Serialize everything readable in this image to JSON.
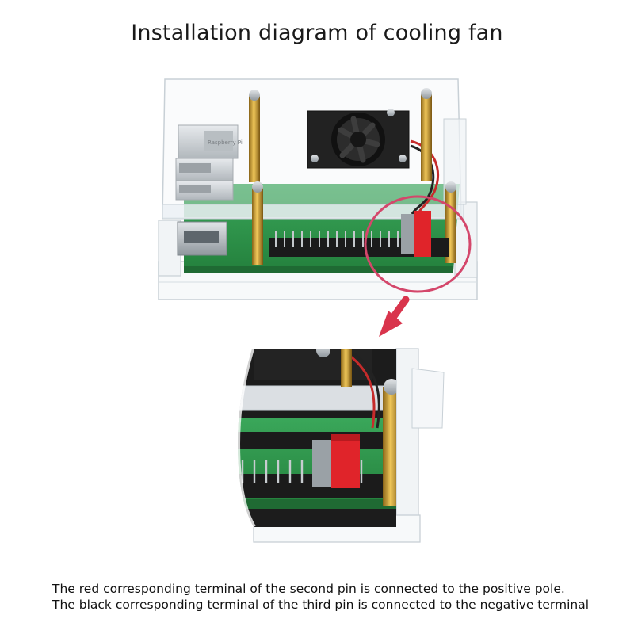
{
  "title": "Installation diagram of cooling fan",
  "board_label": "Raspberry Pi",
  "captions": [
    "The red corresponding terminal of the second pin is connected to the positive pole.",
    "The black corresponding terminal of the third pin is connected to the negative terminal"
  ],
  "colors": {
    "pcb_green": "#2f9a4c",
    "header_black": "#1b1b1b",
    "connector_red": "#e0242a",
    "highlight_ring": "#d4476b",
    "arrow": "#d9344c",
    "brass": "#c79a33",
    "acrylic_edge": "#cfd6dc"
  },
  "icons": {
    "arrow": "arrow-down-left-icon",
    "fan": "fan-icon"
  }
}
